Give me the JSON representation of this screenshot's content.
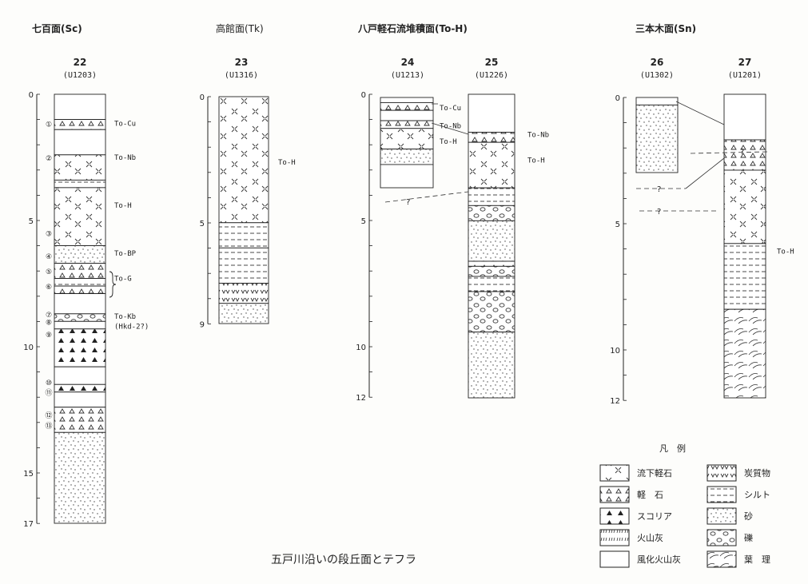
{
  "groups": [
    {
      "id": "sc",
      "title": "七百面(Sc)"
    },
    {
      "id": "tk",
      "title": "高館面(Tk)"
    },
    {
      "id": "toh",
      "title": "八戸軽石流堆積面(To-H)"
    },
    {
      "id": "sn",
      "title": "三本木面(Sn)"
    }
  ],
  "columns": [
    {
      "id": "22",
      "number": "22",
      "code": "(U1203)",
      "depth_ticks": [
        "0",
        "5",
        "10",
        "15",
        "17"
      ],
      "layers": [
        {
          "top": 0,
          "bottom": 1.0,
          "type": "weathered"
        },
        {
          "top": 1.0,
          "bottom": 1.4,
          "type": "pumice"
        },
        {
          "top": 1.4,
          "bottom": 2.4,
          "type": "weathered"
        },
        {
          "top": 2.4,
          "bottom": 3.4,
          "type": "flow_pumice"
        },
        {
          "top": 3.4,
          "bottom": 3.7,
          "type": "silt"
        },
        {
          "top": 3.7,
          "bottom": 6.0,
          "type": "flow_pumice"
        },
        {
          "top": 6.0,
          "bottom": 6.7,
          "type": "sand"
        },
        {
          "top": 6.7,
          "bottom": 7.3,
          "type": "pumice"
        },
        {
          "top": 7.3,
          "bottom": 7.6,
          "type": "silt"
        },
        {
          "top": 7.6,
          "bottom": 7.9,
          "type": "pumice"
        },
        {
          "top": 7.9,
          "bottom": 8.7,
          "type": "weathered"
        },
        {
          "top": 8.7,
          "bottom": 9.0,
          "type": "gravel"
        },
        {
          "top": 9.0,
          "bottom": 9.3,
          "type": "weathered"
        },
        {
          "top": 9.3,
          "bottom": 10.8,
          "type": "scoria"
        },
        {
          "top": 10.8,
          "bottom": 11.5,
          "type": "weathered"
        },
        {
          "top": 11.5,
          "bottom": 11.8,
          "type": "scoria"
        },
        {
          "top": 11.8,
          "bottom": 12.4,
          "type": "weathered"
        },
        {
          "top": 12.4,
          "bottom": 13.4,
          "type": "pumice"
        },
        {
          "top": 13.4,
          "bottom": 17.0,
          "type": "sand"
        }
      ],
      "labels": [
        {
          "depth": 1.15,
          "text": "To-Cu"
        },
        {
          "depth": 2.5,
          "text": "To-Nb"
        },
        {
          "depth": 4.4,
          "text": "To-H"
        },
        {
          "depth": 6.3,
          "text": "To-BP"
        },
        {
          "depth": 7.3,
          "text": "To-G"
        },
        {
          "depth": 8.8,
          "text": "To-Kb"
        },
        {
          "depth": 9.2,
          "text": "(Hkd-2?)"
        }
      ],
      "markers": [
        {
          "depth": 1.15,
          "text": "①"
        },
        {
          "depth": 2.5,
          "text": "②"
        },
        {
          "depth": 5.5,
          "text": "③"
        },
        {
          "depth": 6.4,
          "text": "④"
        },
        {
          "depth": 7.0,
          "text": "⑤"
        },
        {
          "depth": 7.6,
          "text": "⑥"
        },
        {
          "depth": 8.7,
          "text": "⑦"
        },
        {
          "depth": 9.0,
          "text": "⑧"
        },
        {
          "depth": 9.5,
          "text": "⑨"
        },
        {
          "depth": 11.4,
          "text": "⑩"
        },
        {
          "depth": 11.8,
          "text": "⑪"
        },
        {
          "depth": 12.7,
          "text": "⑫"
        },
        {
          "depth": 13.1,
          "text": "⑬"
        }
      ]
    },
    {
      "id": "23",
      "number": "23",
      "code": "(U1316)",
      "depth_ticks": [
        "0",
        "5",
        "9"
      ],
      "layers": [
        {
          "top": 0,
          "bottom": 5.0,
          "type": "flow_pumice"
        },
        {
          "top": 5.0,
          "bottom": 6.0,
          "type": "silt"
        },
        {
          "top": 6.0,
          "bottom": 7.4,
          "type": "silt"
        },
        {
          "top": 7.4,
          "bottom": 8.2,
          "type": "carbon"
        },
        {
          "top": 8.2,
          "bottom": 9.0,
          "type": "sand"
        }
      ],
      "labels": [
        {
          "depth": 2.6,
          "text": "To-H"
        }
      ],
      "markers": []
    },
    {
      "id": "24",
      "number": "24",
      "code": "(U1213)",
      "depth_ticks": [],
      "layers": [
        {
          "top": 0,
          "bottom": 0.2,
          "type": "weathered"
        },
        {
          "top": 0.2,
          "bottom": 0.5,
          "type": "pumice"
        },
        {
          "top": 0.5,
          "bottom": 0.9,
          "type": "weathered"
        },
        {
          "top": 0.9,
          "bottom": 1.2,
          "type": "pumice"
        },
        {
          "top": 1.2,
          "bottom": 2.0,
          "type": "flow_pumice"
        },
        {
          "top": 2.0,
          "bottom": 2.6,
          "type": "sand"
        },
        {
          "top": 2.6,
          "bottom": 3.5,
          "type": "weathered"
        }
      ],
      "labels": [
        {
          "depth": 0.4,
          "text": "To-Cu"
        },
        {
          "depth": 1.1,
          "text": "To-Nb"
        },
        {
          "depth": 1.7,
          "text": "To-H"
        }
      ],
      "markers": []
    },
    {
      "id": "25",
      "number": "25",
      "code": "(U1226)",
      "depth_ticks": [
        "0",
        "5",
        "10",
        "12"
      ],
      "layers": [
        {
          "top": 0,
          "bottom": 1.5,
          "type": "weathered"
        },
        {
          "top": 1.5,
          "bottom": 1.9,
          "type": "pumice"
        },
        {
          "top": 1.9,
          "bottom": 3.7,
          "type": "flow_pumice"
        },
        {
          "top": 3.7,
          "bottom": 4.4,
          "type": "silt"
        },
        {
          "top": 4.4,
          "bottom": 5.0,
          "type": "gravel"
        },
        {
          "top": 5.0,
          "bottom": 6.6,
          "type": "sand"
        },
        {
          "top": 6.6,
          "bottom": 6.8,
          "type": "pumice"
        },
        {
          "top": 6.8,
          "bottom": 7.2,
          "type": "gravel"
        },
        {
          "top": 7.2,
          "bottom": 7.8,
          "type": "silt"
        },
        {
          "top": 7.8,
          "bottom": 9.4,
          "type": "gravel"
        },
        {
          "top": 9.4,
          "bottom": 12.0,
          "type": "sand"
        }
      ],
      "labels": [
        {
          "depth": 1.6,
          "text": "To-Nb"
        },
        {
          "depth": 2.6,
          "text": "To-H"
        }
      ],
      "markers": []
    },
    {
      "id": "26",
      "number": "26",
      "code": "(U1302)",
      "depth_ticks": [
        "0",
        "5",
        "10",
        "12"
      ],
      "layers": [
        {
          "top": 0,
          "bottom": 0.3,
          "type": "weathered"
        },
        {
          "top": 0.3,
          "bottom": 3.0,
          "type": "sand"
        }
      ],
      "labels": [],
      "markers": []
    },
    {
      "id": "27",
      "number": "27",
      "code": "(U1201)",
      "depth_ticks": [],
      "layers": [
        {
          "top": 0,
          "bottom": 1.8,
          "type": "weathered"
        },
        {
          "top": 1.8,
          "bottom": 3.0,
          "type": "pumice"
        },
        {
          "top": 3.0,
          "bottom": 5.9,
          "type": "flow_pumice"
        },
        {
          "top": 5.9,
          "bottom": 8.5,
          "type": "silt"
        },
        {
          "top": 8.5,
          "bottom": 12.0,
          "type": "lamination"
        }
      ],
      "labels": [
        {
          "depth": 6.2,
          "text": "To-H"
        }
      ],
      "markers": []
    }
  ],
  "question_marks": [
    "?",
    "?",
    "?",
    "?"
  ],
  "legend": {
    "title": "凡　例",
    "items": [
      {
        "type": "flow_pumice",
        "label": "流下軽石"
      },
      {
        "type": "carbon",
        "label": "炭質物"
      },
      {
        "type": "pumice",
        "label": "軽　石"
      },
      {
        "type": "silt",
        "label": "シルト"
      },
      {
        "type": "scoria",
        "label": "スコリア"
      },
      {
        "type": "sand",
        "label": "砂"
      },
      {
        "type": "ash",
        "label": "火山灰"
      },
      {
        "type": "gravel",
        "label": "礫"
      },
      {
        "type": "weathered",
        "label": "風化火山灰"
      },
      {
        "type": "lamination",
        "label": "葉　理"
      }
    ]
  },
  "caption": "五戸川沿いの段丘面とテフラ"
}
